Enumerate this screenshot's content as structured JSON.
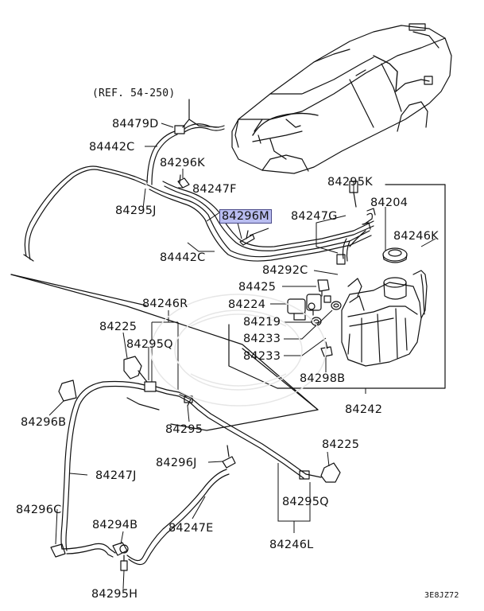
{
  "ref_note": "(REF. 54-250)",
  "image_code": "3E8JZ72",
  "highlighted_part": "84296M",
  "parts": {
    "p84479D": "84479D",
    "p84442C_a": "84442C",
    "p84296K": "84296K",
    "p84247F": "84247F",
    "p84295J": "84295J",
    "p84296M": "84296M",
    "p84247G": "84247G",
    "p84442C_b": "84442C",
    "p84295K": "84295K",
    "p84204": "84204",
    "p84246K": "84246K",
    "p84292C": "84292C",
    "p84425": "84425",
    "p84224": "84224",
    "p84219": "84219",
    "p84233_a": "84233",
    "p84233_b": "84233",
    "p84298B": "84298B",
    "p84242": "84242",
    "p84246R": "84246R",
    "p84225_a": "84225",
    "p84295Q_a": "84295Q",
    "p84295": "84295",
    "p84296B": "84296B",
    "p84247J": "84247J",
    "p84296J": "84296J",
    "p84225_b": "84225",
    "p84295Q_b": "84295Q",
    "p84296C": "84296C",
    "p84294B": "84294B",
    "p84247E": "84247E",
    "p84246L": "84246L",
    "p84295H": "84295H"
  },
  "colors": {
    "highlight": "#b9bdf0",
    "line": "#111111"
  }
}
